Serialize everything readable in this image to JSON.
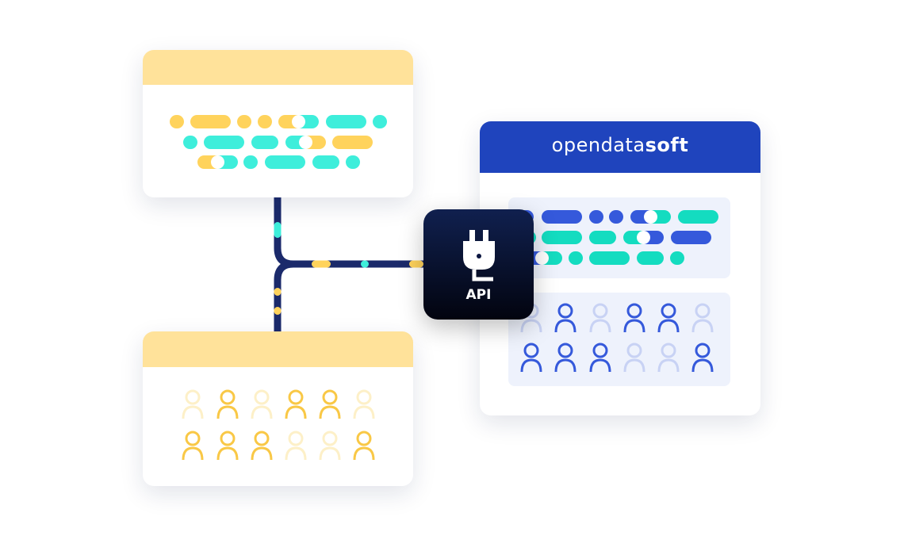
{
  "api_box": {
    "label": "API",
    "icon": "plug-icon"
  },
  "target_card": {
    "brand_light": "opendata",
    "brand_bold": "soft"
  },
  "colors": {
    "yellow": "#FFD35C",
    "yellow_header": "#FFE29A",
    "teal_source": "#3EEEDB",
    "teal_target": "#14DCC0",
    "blue": "#3559DB",
    "blue_header": "#1F44BD",
    "navy_line": "#1B2A6B",
    "user_yellow": "#F9C846",
    "user_yellow_light": "#FDF0C8",
    "user_blue": "#3559DB",
    "user_blue_light": "#C8D2F4"
  },
  "source_users_active": [
    [
      false,
      true,
      false,
      true,
      true,
      false
    ],
    [
      true,
      true,
      true,
      false,
      false,
      true
    ]
  ],
  "target_users_active": [
    [
      false,
      true,
      false,
      true,
      true,
      false
    ],
    [
      true,
      true,
      true,
      false,
      false,
      true
    ]
  ]
}
